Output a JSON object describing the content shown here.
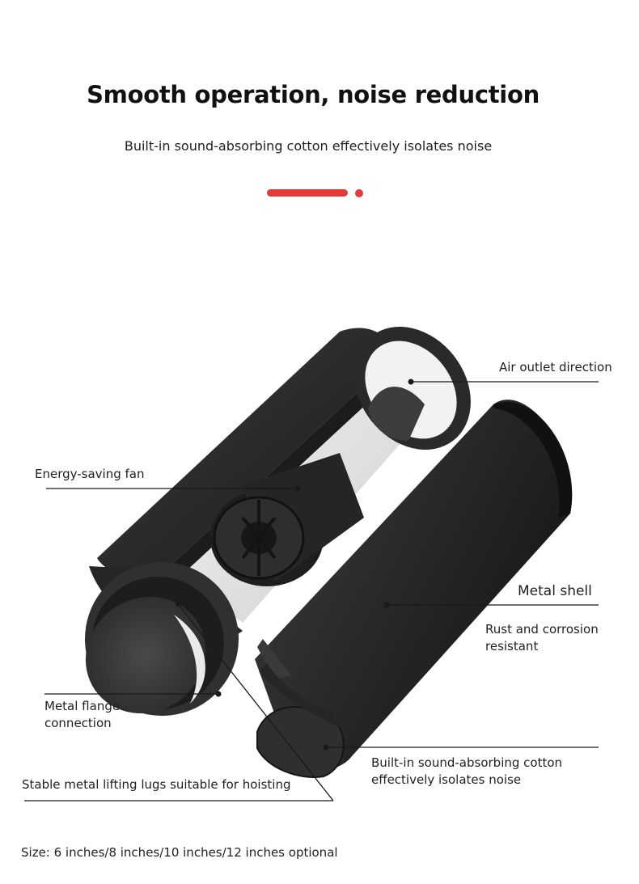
{
  "header": {
    "title": "Smooth operation, noise reduction",
    "subtitle": "Built-in sound-absorbing cotton effectively isolates noise"
  },
  "colors": {
    "accent": "#e03a3a",
    "shell": "#2b2b2b",
    "foam": "#3a3a3a"
  },
  "callouts": {
    "air_outlet": "Air outlet direction",
    "fan": "Energy-saving fan",
    "metal_shell": "Metal shell",
    "rust": "Rust and corrosion resistant",
    "flange": "Metal flange connection",
    "lugs": "Stable metal lifting lugs suitable for hoisting",
    "cotton": "Built-in sound-absorbing cotton effectively isolates noise"
  },
  "footer": {
    "sizes": "Size: 6 inches/8 inches/10 inches/12 inches optional"
  }
}
